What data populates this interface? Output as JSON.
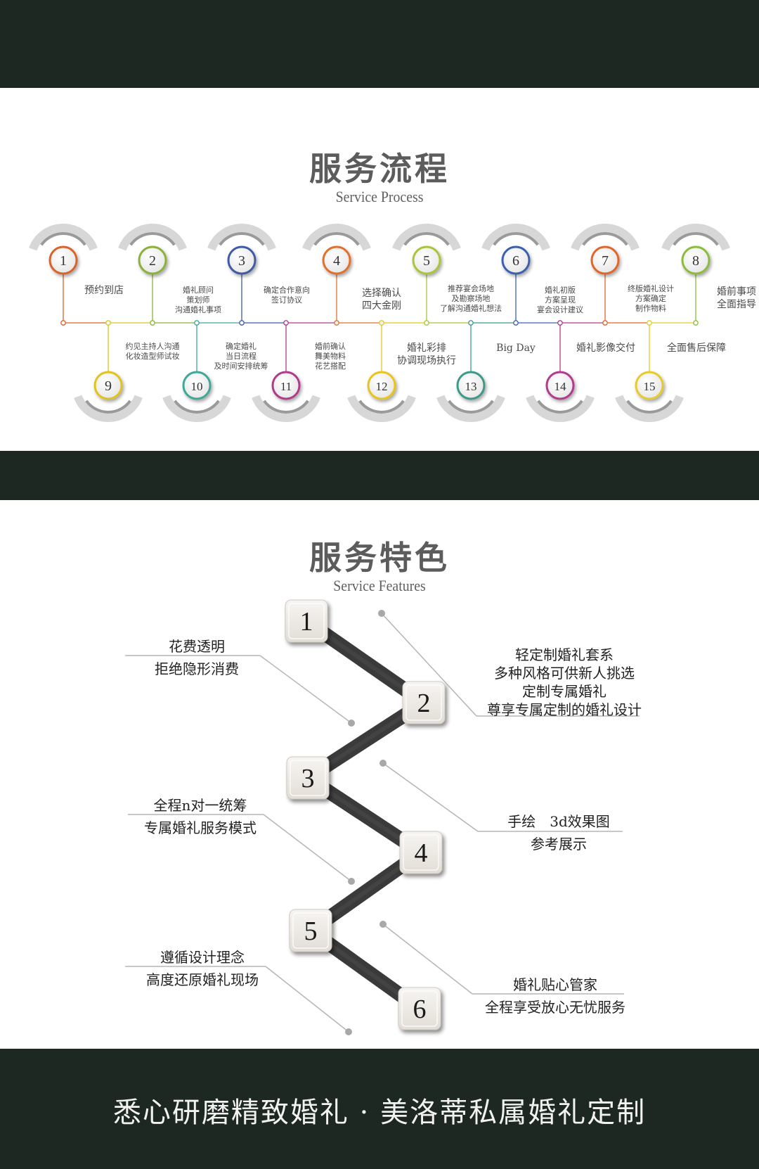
{
  "process": {
    "title_cn": "服务流程",
    "title_en": "Service Process",
    "top_steps": [
      {
        "num": "1",
        "color": "#d9632a",
        "label": "预约到店"
      },
      {
        "num": "2",
        "color": "#8cb13a",
        "label": "婚礼顾问\n策划师\n沟通婚礼事项"
      },
      {
        "num": "3",
        "color": "#3f5aa5",
        "label": "确定合作意向\n签订协议"
      },
      {
        "num": "4",
        "color": "#e0702c",
        "label": "选择确认\n四大金刚"
      },
      {
        "num": "5",
        "color": "#a8c53a",
        "label": "推荐宴会场地\n及勘察场地\n了解沟通婚礼想法"
      },
      {
        "num": "6",
        "color": "#3a60b0",
        "label": "婚礼初版\n方案呈现\n宴会设计建议"
      },
      {
        "num": "7",
        "color": "#e0662c",
        "label": "终版婚礼设计\n方案确定\n制作物料"
      },
      {
        "num": "8",
        "color": "#8bbd3c",
        "label": "婚前事项\n全面指导"
      }
    ],
    "bottom_steps": [
      {
        "num": "9",
        "color": "#e2c21c",
        "label": "约见主持人沟通\n化妆造型师试妆"
      },
      {
        "num": "10",
        "color": "#3fa896",
        "label": "确定婚礼\n当日流程\n及时间安排统筹"
      },
      {
        "num": "11",
        "color": "#b03a8c",
        "label": "婚前确认\n舞美物料\n花艺搭配"
      },
      {
        "num": "12",
        "color": "#e8c41e",
        "label": "婚礼彩排\n协调现场执行"
      },
      {
        "num": "13",
        "color": "#3d9a88",
        "label": "Big Day"
      },
      {
        "num": "14",
        "color": "#b23a8e",
        "label": "婚礼影像交付"
      },
      {
        "num": "15",
        "color": "#e7cb2a",
        "label": "全面售后保障"
      }
    ]
  },
  "features": {
    "title_cn": "服务特色",
    "title_en": "Service Features",
    "boxes": [
      "1",
      "2",
      "3",
      "4",
      "5",
      "6"
    ],
    "items": [
      {
        "side": "left",
        "lines": [
          "花费透明",
          "拒绝隐形消费"
        ]
      },
      {
        "side": "right",
        "lines": [
          "轻定制婚礼套系",
          "多种风格可供新人挑选",
          "定制专属婚礼",
          "尊享专属定制的婚礼设计"
        ]
      },
      {
        "side": "left",
        "lines": [
          "全程n对一统筹",
          "专属婚礼服务模式"
        ]
      },
      {
        "side": "right",
        "lines": [
          "手绘　3d效果图",
          "参考展示"
        ]
      },
      {
        "side": "left",
        "lines": [
          "遵循设计理念",
          "高度还原婚礼现场"
        ]
      },
      {
        "side": "right",
        "lines": [
          "婚礼贴心管家",
          "全程享受放心无忧服务"
        ]
      }
    ]
  },
  "footer": {
    "slogan": "悉心研磨精致婚礼 · 美洛蒂私属婚礼定制"
  },
  "colors": {
    "dark_band": "#1e2822"
  }
}
